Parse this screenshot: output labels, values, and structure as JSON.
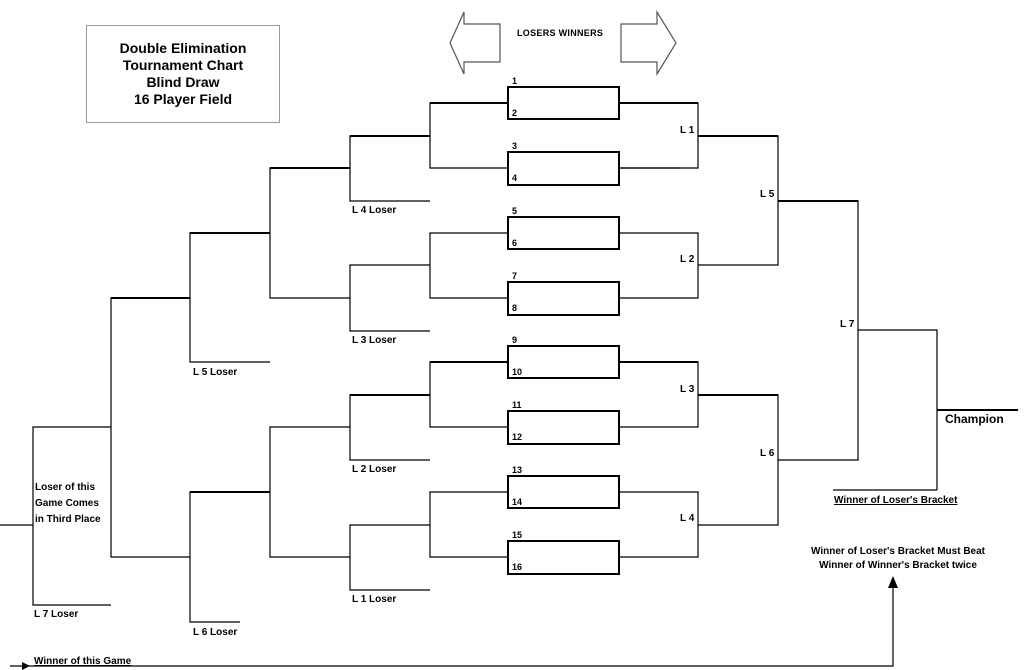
{
  "title_lines": [
    "Double Elimination",
    "Tournament Chart",
    "Blind Draw",
    "16 Player Field"
  ],
  "header": {
    "losers_winners": "LOSERS  WINNERS"
  },
  "slots": [
    "1",
    "2",
    "3",
    "4",
    "5",
    "6",
    "7",
    "8",
    "9",
    "10",
    "11",
    "12",
    "13",
    "14",
    "15",
    "16"
  ],
  "winner_bracket": {
    "l1": "L 1",
    "l2": "L 2",
    "l3": "L 3",
    "l4": "L 4",
    "l5": "L 5",
    "l6": "L 6",
    "l7": "L 7"
  },
  "loser_bracket": {
    "l4_loser": "L 4 Loser",
    "l3_loser": "L 3 Loser",
    "l5_loser": "L 5 Loser",
    "l2_loser": "L 2 Loser",
    "l1_loser": "L 1 Loser",
    "l6_loser": "L 6 Loser",
    "l7_loser": "L 7 Loser"
  },
  "third_place": [
    "Loser of this",
    "Game Comes",
    "in Third Place"
  ],
  "champion": "Champion",
  "winner_losers_bracket": "Winner of Loser's Bracket",
  "must_beat": [
    "Winner of Loser's Bracket Must Beat",
    "Winner of Winner's Bracket twice"
  ],
  "winner_this_game": "Winner of this Game"
}
